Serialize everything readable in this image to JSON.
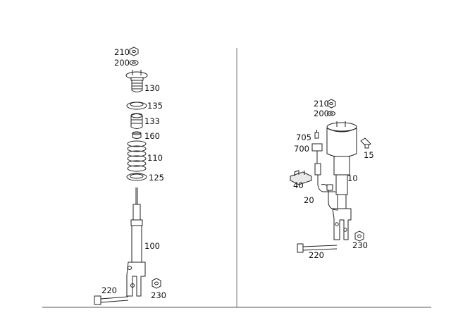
{
  "left_assembly": {
    "labels": {
      "nut": "210",
      "washer": "200",
      "strut_mount": "130",
      "upper_seat": "135",
      "bump_stop": "133",
      "stop_cap": "160",
      "coil_spring": "110",
      "lower_seat": "125",
      "shock_absorber": "100",
      "bolt": "220",
      "lower_nut": "230"
    }
  },
  "right_assembly": {
    "labels": {
      "nut": "210",
      "washer": "200",
      "connector_cap": "705",
      "connector": "700",
      "valve": "15",
      "air_strut": "10",
      "bracket": "40",
      "sensor_cable": "20",
      "bolt": "220",
      "lower_nut": "230"
    }
  }
}
